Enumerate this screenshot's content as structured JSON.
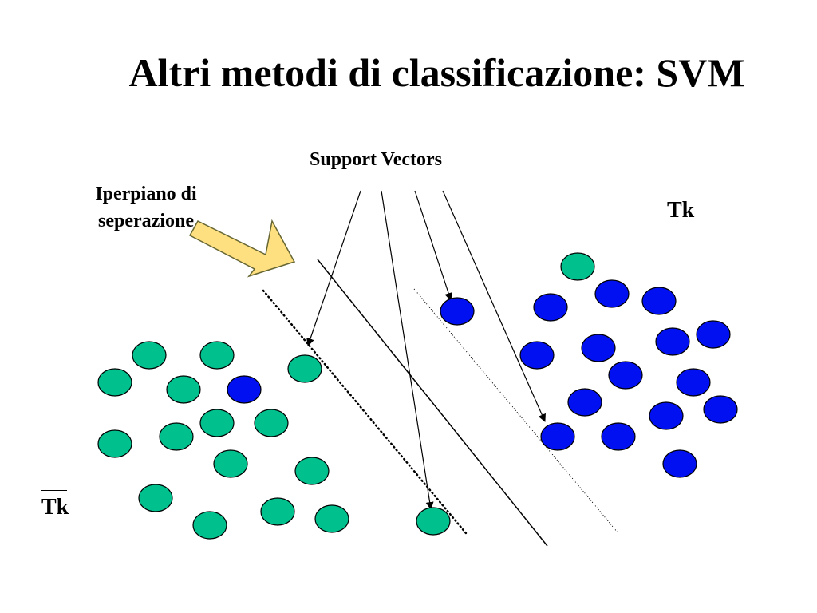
{
  "title": "Altri metodi di classificazione: SVM",
  "labels": {
    "support_vectors": "Support Vectors",
    "hyperplane": "Iperpiano di seperazione",
    "class_positive": "Tk",
    "class_negative": "Tk"
  },
  "colors": {
    "green_point": "#00c08e",
    "blue_point": "#0010f0",
    "arrow_fill": "#ffe080",
    "arrow_stroke": "#666633"
  }
}
